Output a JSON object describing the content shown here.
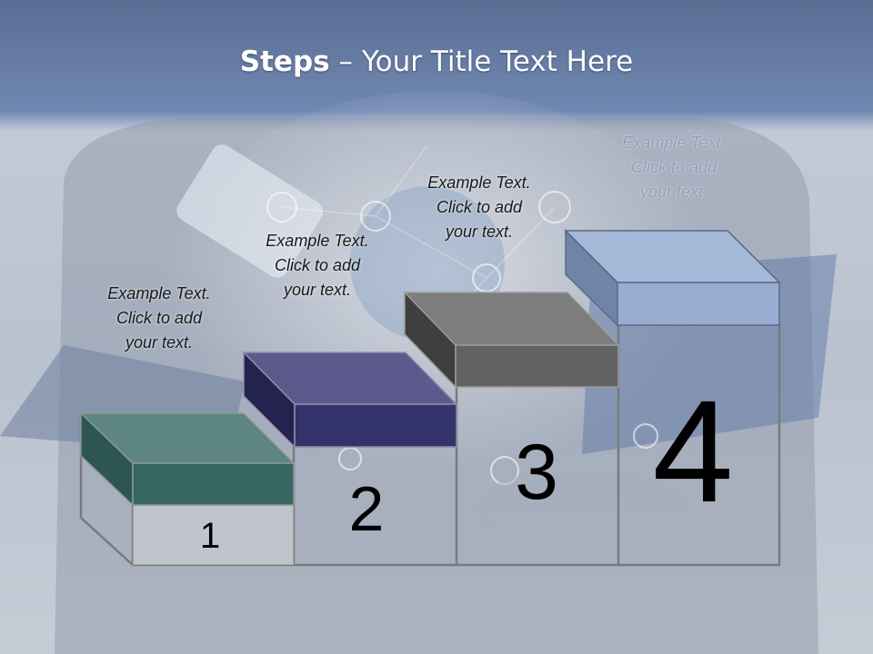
{
  "title": {
    "bold": "Steps",
    "separator": " – ",
    "rest": "Your Title Text Here"
  },
  "steps": [
    {
      "number": "1",
      "text_line1": "Example Text.",
      "text_line2": "Click  to add",
      "text_line3": "your text.",
      "color": "#3a6a66"
    },
    {
      "number": "2",
      "text_line1": "Example Text.",
      "text_line2": "Click  to add",
      "text_line3": "your text.",
      "color": "#3b3a72"
    },
    {
      "number": "3",
      "text_line1": "Example Text.",
      "text_line2": "Click  to add",
      "text_line3": "your text.",
      "color": "#5e5e5e"
    },
    {
      "number": "4",
      "text_line1": "Example Text.",
      "text_line2": "Click  to add",
      "text_line3": "your text.",
      "color": "#9aaed2"
    }
  ],
  "colors": {
    "header_band": "#6f86b0",
    "background": "#c9d0da",
    "outline": "#7a7a7a"
  }
}
